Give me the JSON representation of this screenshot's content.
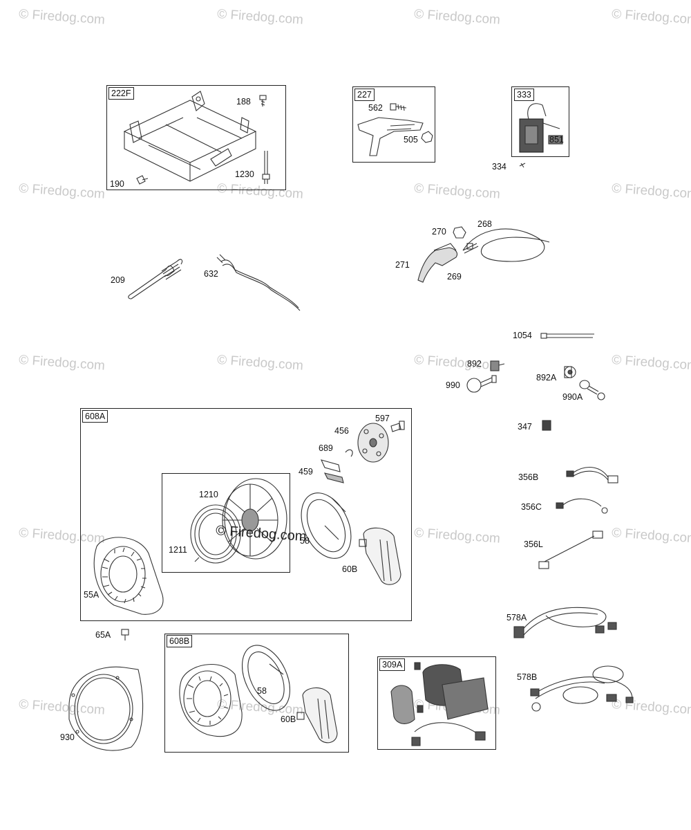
{
  "watermark": "© Firedog.com",
  "groups": {
    "g222F": "222F",
    "g227": "227",
    "g333": "333",
    "g608A": "608A",
    "g608B": "608B",
    "g309A": "309A"
  },
  "parts": {
    "p188": "188",
    "p190": "190",
    "p1230": "1230",
    "p562": "562",
    "p505": "505",
    "p851": "851",
    "p334": "334",
    "p270": "270",
    "p268": "268",
    "p271": "271",
    "p269": "269",
    "p209": "209",
    "p632": "632",
    "p1054": "1054",
    "p892": "892",
    "p892A": "892A",
    "p990": "990",
    "p990A": "990A",
    "p347": "347",
    "p356B": "356B",
    "p356C": "356C",
    "p356L": "356L",
    "p578A": "578A",
    "p578B": "578B",
    "p597": "597",
    "p456": "456",
    "p689": "689",
    "p459": "459",
    "p1210": "1210",
    "p1211": "1211",
    "p58a": "58",
    "p60Ba": "60B",
    "p55A": "55A",
    "p65A": "65A",
    "p930": "930",
    "p58b": "58",
    "p60Bb": "60B"
  },
  "center_watermark": "© Firedog.com"
}
